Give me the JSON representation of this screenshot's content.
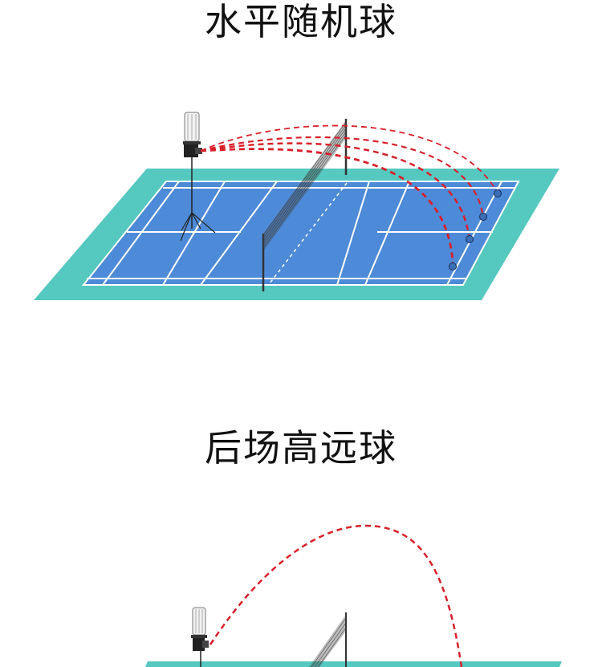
{
  "sections": [
    {
      "title": "水平随机球",
      "diagram": {
        "description": "Badminton court with shuttle launcher on left side, four flat red dashed trajectories over net landing near right back line",
        "trajectory_count": 4,
        "shuttle_markers": 4
      }
    },
    {
      "title": "后场高远球",
      "diagram": {
        "description": "Shuttle launcher firing a high clear: one tall red dashed arc over the net to the back court",
        "trajectory_count": 1
      }
    }
  ],
  "colors": {
    "surround": "#55c8c0",
    "court": "#4d8ad8",
    "lines": "#ffffff",
    "trajectory": "#d8202a",
    "net": "#333333",
    "title_text": "#111111"
  }
}
